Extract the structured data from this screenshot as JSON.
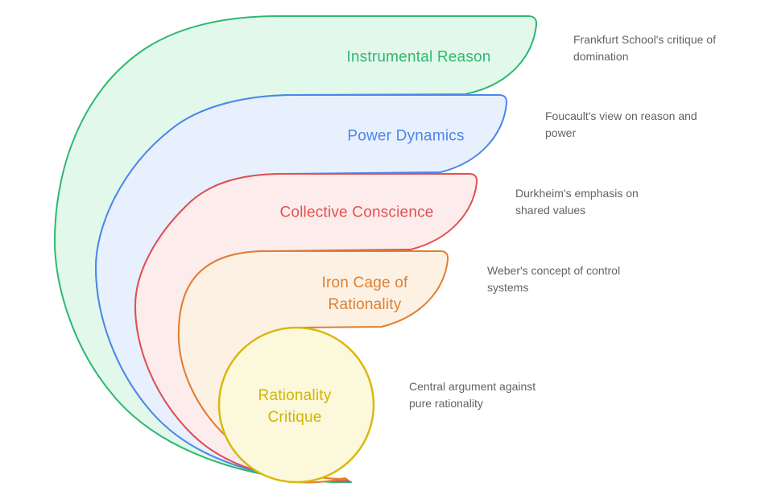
{
  "background": "#ffffff",
  "annotation_color": "#5f6368",
  "layers": [
    {
      "name": "instrumental-reason",
      "label": "Instrumental Reason",
      "annotation_line1": "Frankfurt School's critique of",
      "annotation_line2": "domination",
      "fill": "#e2f8eb",
      "stroke": "#2fb870",
      "text_color": "#2fb870"
    },
    {
      "name": "power-dynamics",
      "label": "Power Dynamics",
      "annotation_line1": "Foucault's view on reason and",
      "annotation_line2": "power",
      "fill": "#e8effd",
      "stroke": "#4c86ea",
      "text_color": "#4c86ea"
    },
    {
      "name": "collective-conscience",
      "label": "Collective Conscience",
      "annotation_line1": "Durkheim's emphasis on",
      "annotation_line2": "shared values",
      "fill": "#fdecec",
      "stroke": "#e25050",
      "text_color": "#e25050"
    },
    {
      "name": "iron-cage-of-rationality",
      "label": "Iron Cage of Rationality",
      "annotation_line1": "Weber's concept of control",
      "annotation_line2": "systems",
      "fill": "#fdf1e3",
      "stroke": "#e07f30",
      "text_color": "#e07f30"
    },
    {
      "name": "rationality-critique",
      "label": "Rationality Critique",
      "annotation_line1": "Central argument against",
      "annotation_line2": "pure rationality",
      "fill": "#fbf8dc",
      "stroke": "#d9b80e",
      "text_color": "#d2b500"
    }
  ]
}
